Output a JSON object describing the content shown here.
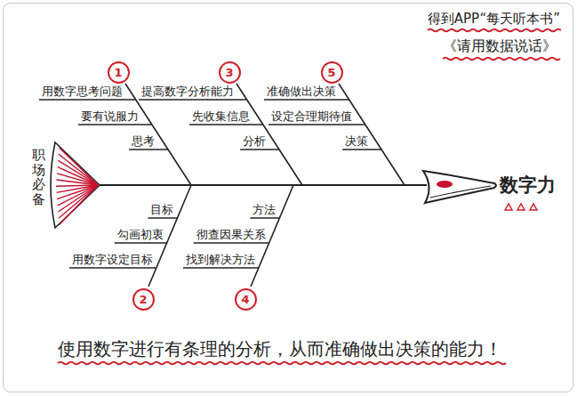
{
  "diagram": {
    "title": "得到APP“每天听本书”",
    "caption": "使用数字进行有条理的分析，从而准确做出决策的能力！",
    "nodes": [
      {
        "text": [
          "1"
        ]
      },
      {
        "text": [
          "3"
        ]
      },
      {
        "text": [
          "5"
        ]
      },
      {
        "text": [
          "2"
        ]
      },
      {
        "text": [
          "4"
        ]
      }
    ],
    "labels": [
      "《请用数据说话》",
      "职场必备",
      "用数字思考问题",
      "要有说服力",
      "思考",
      "提高数字分析能力",
      "先收集信息",
      "分析",
      "准确做出决策",
      "设定合理期待值",
      "决策",
      "目标",
      "勾画初衷",
      "用数字设定目标",
      "方法",
      "彻查因果关系",
      "找到解决方法",
      "数字力"
    ]
  }
}
